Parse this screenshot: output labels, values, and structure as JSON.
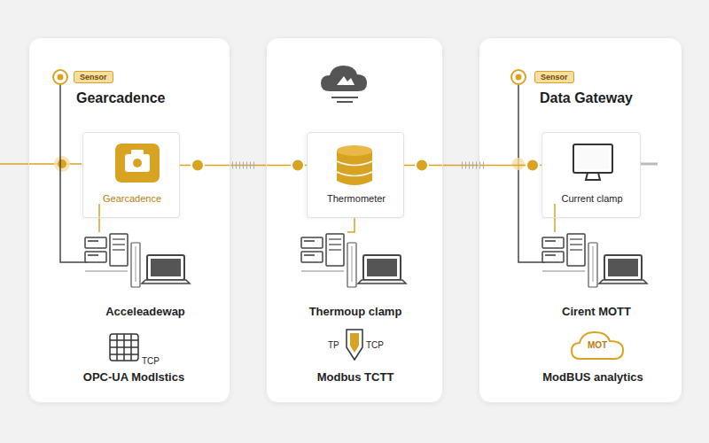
{
  "diagram": {
    "nodes": [
      {
        "text": [
          "Gearcadence",
          "Acceleadewap",
          "OPC-UA Modlstics"
        ]
      },
      {
        "text": [
          "Sensor"
        ],
        "in": 0
      },
      {
        "text": [
          "Gearcadence"
        ],
        "in": 0
      },
      {
        "text": [
          "Thermoup clamp",
          "Modbus TCTT"
        ]
      },
      {
        "text": [
          "Thermometer"
        ],
        "in": 3
      },
      {
        "text": [
          "Data Gateway",
          "Cirent MOTT",
          "ModBUS analytics"
        ]
      },
      {
        "text": [
          "Sensor"
        ],
        "in": 5
      },
      {
        "text": [
          "Current clamp"
        ],
        "in": 5
      },
      {
        "text": [
          "MOT"
        ],
        "in": 5
      }
    ],
    "edges": [
      {
        "from": 2,
        "to": 4,
        "arrow": "none"
      },
      {
        "from": 4,
        "to": 7,
        "arrow": "none"
      }
    ],
    "labels": [
      "TCP",
      "TP",
      "TCP"
    ]
  }
}
